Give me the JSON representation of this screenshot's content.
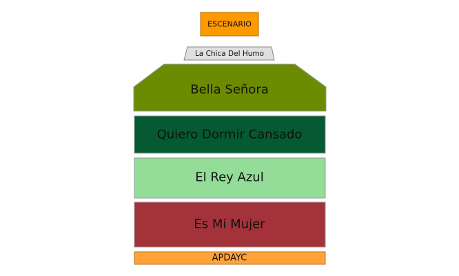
{
  "stage": {
    "label": "ESCENARIO",
    "color": "#ff9900"
  },
  "zones": [
    {
      "id": "la-chica-del-humo",
      "label": "La Chica Del Humo",
      "color": "#e0e0e0"
    },
    {
      "id": "bella-senora",
      "label": "Bella Señora",
      "color": "#6b8c00"
    },
    {
      "id": "quiero-dormir-cansado",
      "label": "Quiero Dormir Cansado",
      "color": "#055a32"
    },
    {
      "id": "el-rey-azul",
      "label": "El Rey Azul",
      "color": "#93dd98"
    },
    {
      "id": "es-mi-mujer",
      "label": "Es Mi Mujer",
      "color": "#a3323a"
    },
    {
      "id": "apdayc",
      "label": "APDAYC",
      "color": "#ffa33a"
    }
  ]
}
